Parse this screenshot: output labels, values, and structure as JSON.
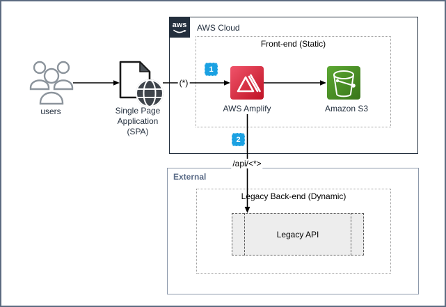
{
  "diagram": {
    "nodes": {
      "users": {
        "label": "users"
      },
      "spa": {
        "line1": "Single Page",
        "line2": "Application",
        "line3": "(SPA)"
      },
      "aws_cloud": {
        "logo": "aws",
        "label": "AWS Cloud"
      },
      "front_end": {
        "label": "Front-end (Static)"
      },
      "amplify": {
        "label": "AWS Amplify"
      },
      "s3": {
        "label": "Amazon S3"
      },
      "external": {
        "label": "External"
      },
      "legacy_backend": {
        "label": "Legacy Back-end (Dynamic)"
      },
      "legacy_api": {
        "label": "Legacy API"
      }
    },
    "edge_labels": {
      "spa_request": "(*)",
      "api_route": "/api/<*>"
    },
    "badges": {
      "one": "1",
      "two": "2"
    },
    "colors": {
      "badge_blue": "#1BA1E2",
      "aws_navy": "#232F3E",
      "amplify_red": "#D8303C",
      "s3_green": "#4A9129",
      "external_text": "#5A6B87",
      "frame_border": "#5C6B80",
      "legacy_api_fill": "#EDEDED"
    }
  }
}
